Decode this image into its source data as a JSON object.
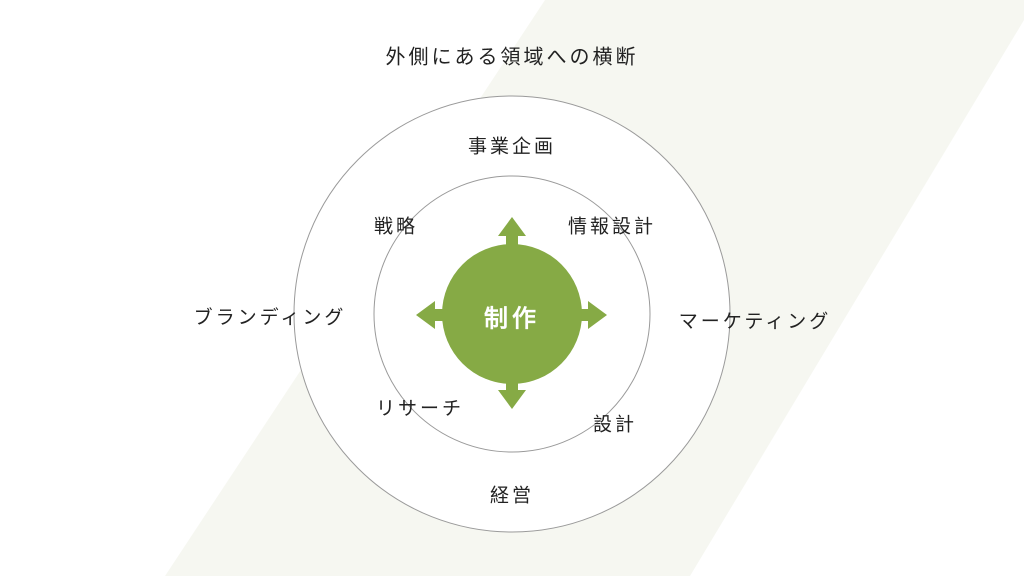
{
  "title": "外側にある領域への横断",
  "center": "制作",
  "outer_ring": {
    "top": "事業企画",
    "bottom": "経営",
    "left": "ブランディング",
    "right": "マーケティング"
  },
  "inner_ring": {
    "top_left": "戦略",
    "top_right": "情報設計",
    "bottom_left": "リサーチ",
    "bottom_right": "設計"
  },
  "colors": {
    "accent": "#86aa45",
    "background_stripe": "#f6f7f1",
    "ring": "#9a9a9a"
  }
}
